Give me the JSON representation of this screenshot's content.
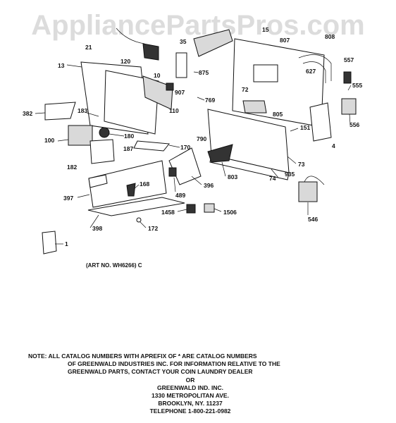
{
  "watermark": "AppliancePartsPros.com",
  "labels": {
    "l21": "21",
    "l13": "13",
    "l35": "35",
    "l10": "10",
    "l120": "120",
    "l875": "875",
    "l15": "15",
    "l807": "807",
    "l808": "808",
    "l627": "627",
    "l557": "557",
    "l555": "555",
    "l556": "556",
    "l72": "72",
    "l907": "907",
    "l769": "769",
    "l110": "110",
    "l382": "382",
    "l183": "183",
    "l180": "180",
    "l100": "100",
    "l805": "805",
    "l151": "151",
    "l4": "4",
    "l790": "790",
    "l187": "187",
    "l170": "170",
    "l182": "182",
    "l73": "73",
    "l803": "803",
    "l74": "74",
    "l935": "935",
    "l168": "168",
    "l396": "396",
    "l489": "489",
    "l397": "397",
    "l546": "546",
    "l1458": "1458",
    "l1506": "1506",
    "l398": "398",
    "l172": "172",
    "l1": "1"
  },
  "art_number": "(ART NO. WH6266) C",
  "note": {
    "line1": "NOTE: ALL CATALOG NUMBERS WITH APREFIX OF * ARE CATALOG NUMBERS",
    "line2": "OF GREENWALD INDUSTRIES INC. FOR INFORMATION RELATIVE TO THE",
    "line3": "GREENWALD PARTS, CONTACT YOUR COIN LAUNDRY DEALER",
    "line4": "OR",
    "line5": "GREENWALD IND. INC.",
    "line6": "1330 METROPOLITAN AVE.",
    "line7": "BROOKLYN, NY. 11237",
    "line8": "TELEPHONE 1-800-221-0982"
  }
}
